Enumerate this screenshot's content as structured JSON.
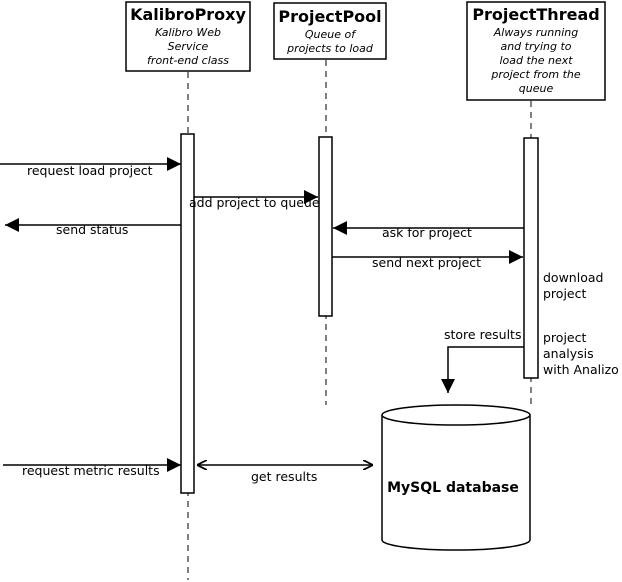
{
  "participants": [
    {
      "name": "KalibroProxy",
      "desc": [
        "Kalibro Web",
        "Service",
        "front-end class"
      ]
    },
    {
      "name": "ProjectPool",
      "desc": [
        "Queue of",
        "projects to load"
      ]
    },
    {
      "name": "ProjectThread",
      "desc": [
        "Always running",
        "and trying to",
        "load the next",
        "project from the",
        "queue"
      ]
    }
  ],
  "messages": {
    "request_load": "request load project",
    "add_to_queue": "add project to queue",
    "send_status": "send status",
    "ask_for_project": "ask for project",
    "send_next": "send next project",
    "store_results": "store results",
    "request_metric": "request metric results",
    "get_results": "get results"
  },
  "notes": {
    "download": [
      "download",
      "project"
    ],
    "analysis": [
      "project",
      "analysis",
      "with Analizo"
    ]
  },
  "database": {
    "label": "MySQL database"
  }
}
